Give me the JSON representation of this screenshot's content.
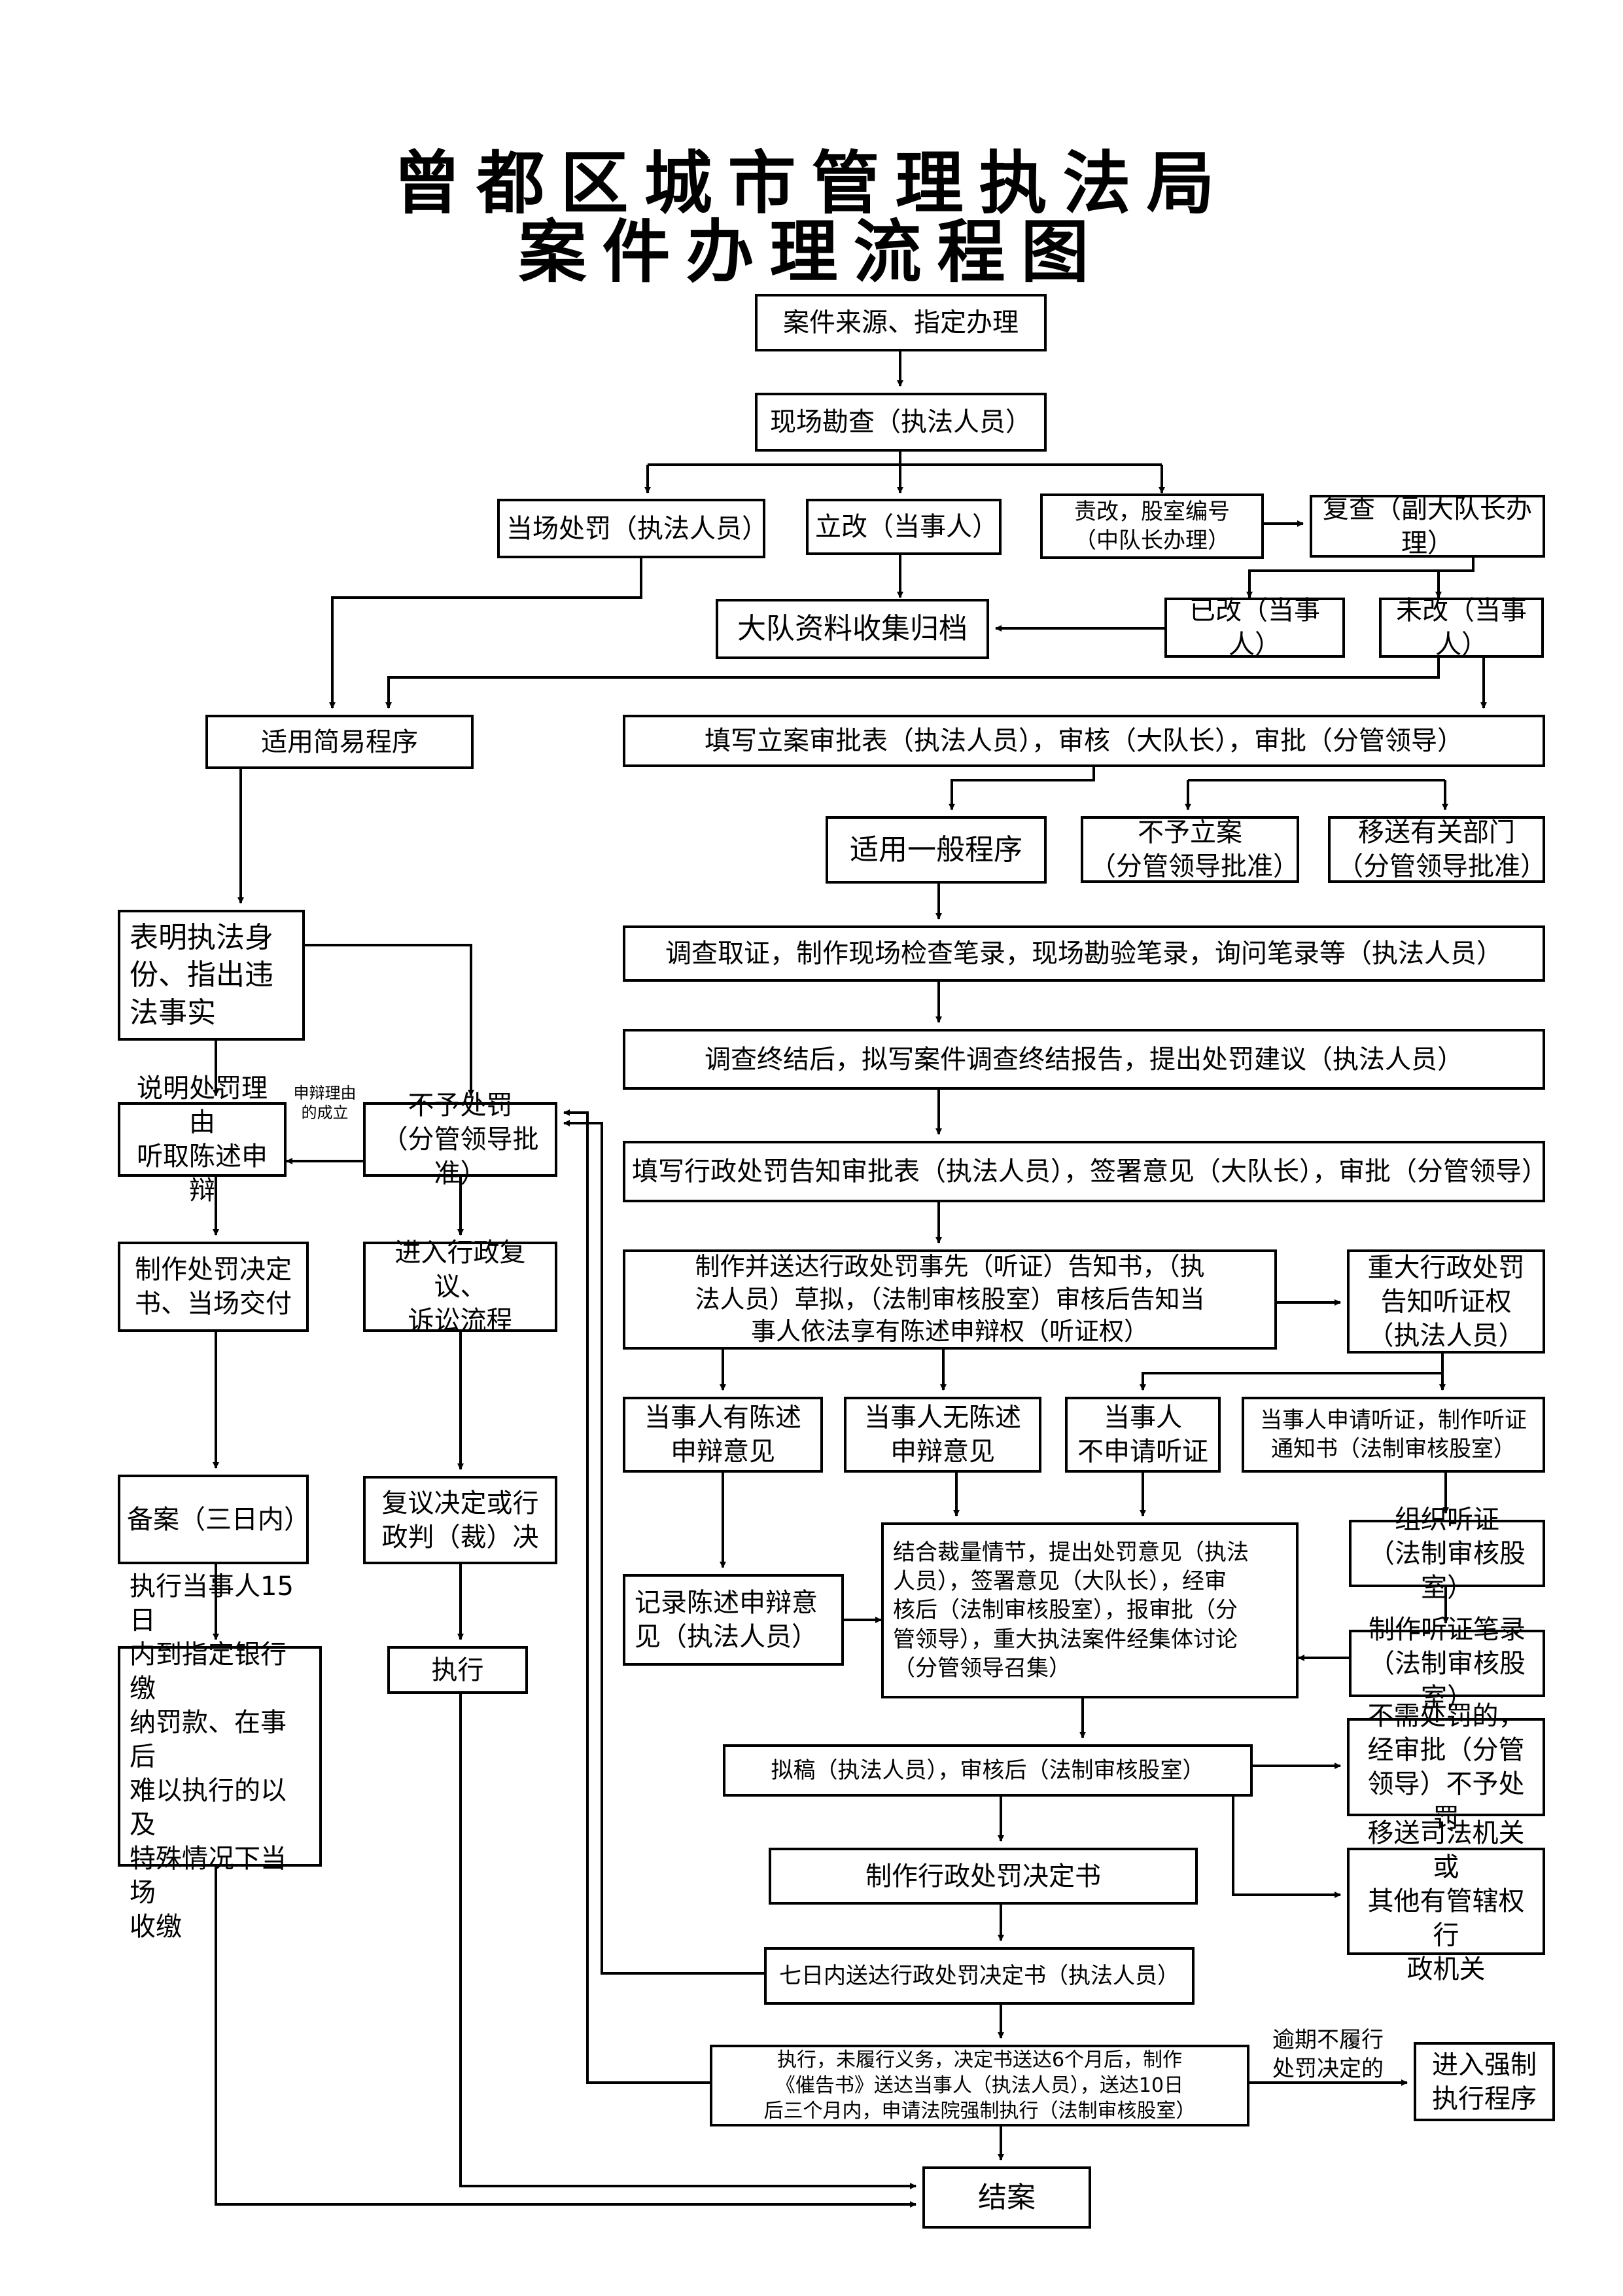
{
  "title": {
    "line1": "曾都区城市管理执法局",
    "line2": "案件办理流程图"
  },
  "nodes": {
    "case_source": "案件来源、指定办理",
    "site_survey": "现场勘查（执法人员）",
    "on_spot_penalty": "当场处罚（执法人员）",
    "immediate_fix": "立改（当事人）",
    "order_correction": "责改，股室编号\n（中队长办理）",
    "recheck": "复查（副大队长办理）",
    "archive": "大队资料收集归档",
    "corrected": "已改（当事人）",
    "not_corrected": "未改（当事人）",
    "simple_procedure": "适用简易程序",
    "filing_approval": "填写立案审批表（执法人员），审核（大队长），审批（分管领导）",
    "general_procedure": "适用一般程序",
    "no_filing": "不予立案\n（分管领导批准）",
    "transfer_dept": "移送有关部门\n（分管领导批准）",
    "show_identity": "表明执法身\n份、指出违\n法事实",
    "investigate": "调查取证，制作现场检查笔录，现场勘验笔录，询问笔录等（执法人员）",
    "investigation_report": "调查终结后，拟写案件调查终结报告，提出处罚建议（执法人员）",
    "explain_reasons": "说明处罚理由\n听取陈述申辩",
    "no_penalty": "不予处罚\n（分管领导批准）",
    "defense_note": "申辩理由\n的成立",
    "notice_approval": "填写行政处罚告知审批表（执法人员），签署意见（大队长），审批（分管领导）",
    "prior_notice": "制作并送达行政处罚事先（听证）告知书，（执\n法人员）草拟，（法制审核股室）审核后告知当\n事人依法享有陈述申辩权（听证权）",
    "major_hearing_right": "重大行政处罚\n告知听证权\n（执法人员）",
    "make_decision_doc": "制作处罚决定\n书、当场交付",
    "review_litigation": "进入行政复议、\n诉讼流程",
    "party_has_opinion": "当事人有陈述\n申辩意见",
    "party_no_opinion": "当事人无陈述\n申辩意见",
    "party_no_hearing": "当事人\n不申请听证",
    "party_hearing": "当事人申请听证，制作听证\n通知书（法制审核股室）",
    "record_filing": "备案（三日内）",
    "review_decision": "复议决定或行\n政判（裁）决",
    "combine_penalty": "结合裁量情节，提出处罚意见（执法\n人员），签署意见（大队长），经审\n核后（法制审核股室），报审批（分\n管领导），重大执法案件经集体讨论\n（分管领导召集）",
    "organize_hearing": "组织听证\n（法制审核股室）",
    "record_defense": "记录陈述申辩意\n见（执法人员）",
    "make_hearing_record": "制作听证笔录\n（法制审核股室）",
    "execute_15days": "执行当事人15日\n内到指定银行缴\n纳罚款、在事后\n难以执行的以及\n特殊情况下当场\n收缴",
    "execute": "执行",
    "draft": "拟稿（执法人员），审核后（法制审核股室）",
    "no_penalty_needed": "不需处罚的，\n经审批（分管\n领导）不予处罚",
    "make_penalty_decision": "制作行政处罚决定书",
    "transfer_judicial": "移送司法机关或\n其他有管辖权行\n政机关",
    "deliver_decision": "七日内送达行政处罚决定书（执法人员）",
    "enforce": "执行，未履行义务，决定书送达6个月后，制作\n《催告书》送达当事人（执法人员），送达10日\n后三个月内，申请法院强制执行（法制审核股室）",
    "overdue_label": "逾期不履行\n处罚决定的",
    "forced_execution": "进入强制\n执行程序",
    "close_case": "结案"
  }
}
